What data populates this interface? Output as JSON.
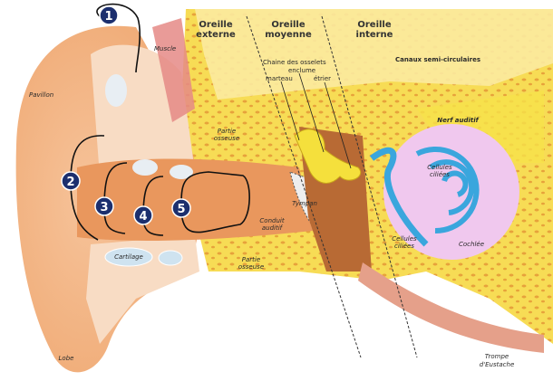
{
  "title_regions": {
    "externe": [
      "Oreille",
      "externe"
    ],
    "moyenne": [
      "Oreille",
      "moyenne"
    ],
    "interne": [
      "Oreille",
      "interne"
    ]
  },
  "labels": {
    "muscle": "Muscle",
    "pavillon": "Pavillon",
    "canaux": "Canaux semi-circulaires",
    "chaine": "Chaine des osselets",
    "enclume": "enclume",
    "marteau": "marteau",
    "etrier": "étrier",
    "partie_osseuse_top": [
      "Partie",
      "osseuse"
    ],
    "nerf": "Nerf auditif",
    "cellules_top": [
      "Cellules",
      "ciliées"
    ],
    "tympan": "Tympan",
    "conduit": [
      "Conduit",
      "auditif"
    ],
    "cellules_bottom": [
      "Cellules",
      "ciliées"
    ],
    "cochlee": "Cochlée",
    "partie_osseuse_bottom": [
      "Partie",
      "osseuse"
    ],
    "cartilage": "Cartilage",
    "trompe": [
      "Trompe",
      "d'Eustache"
    ],
    "lobe": "Lobe"
  },
  "markers": [
    "1",
    "2",
    "3",
    "4",
    "5"
  ],
  "colors": {
    "skin": "#f4b98a",
    "bone": "#f7d94a",
    "marker": "#1c2f6e",
    "cochlea": "#e9b8e6",
    "blue": "#3aa6dd"
  }
}
